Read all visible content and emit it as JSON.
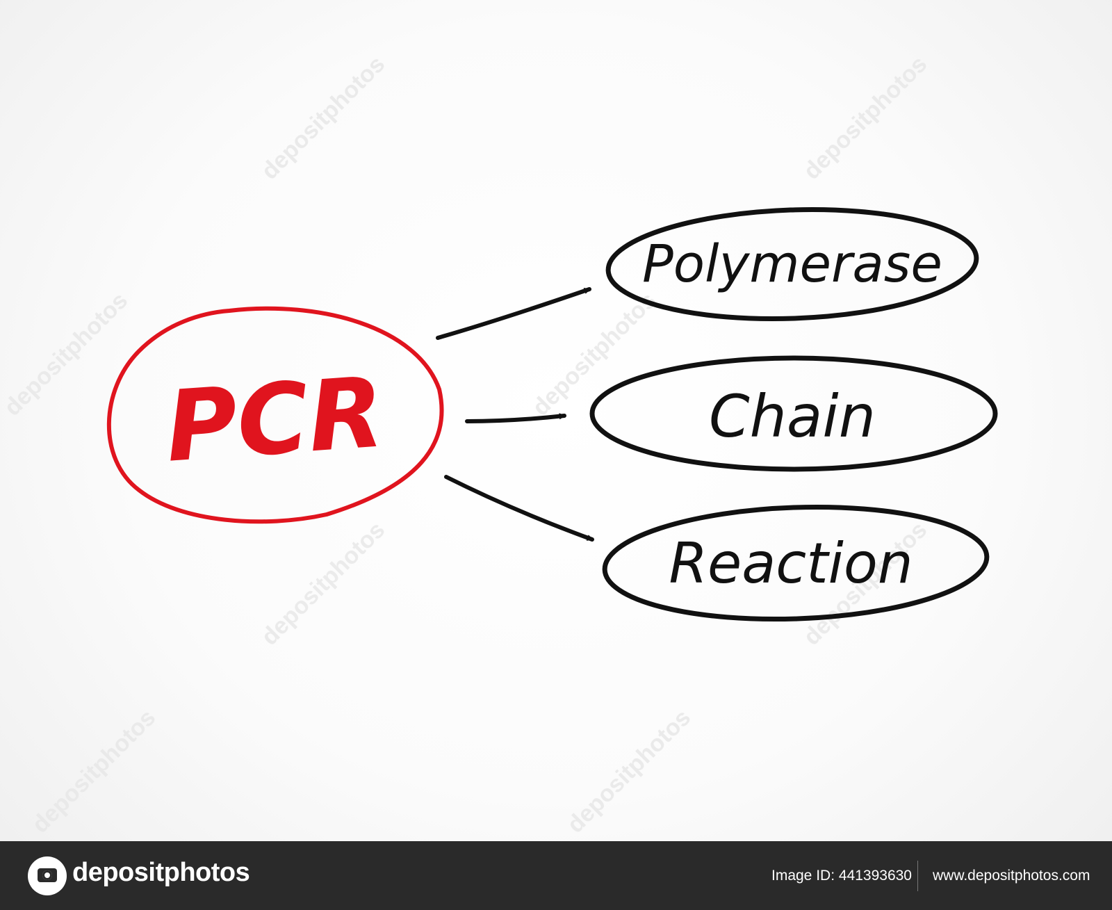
{
  "diagram": {
    "center": {
      "label": "PCR",
      "color": "#e0141e"
    },
    "nodes": [
      {
        "id": "polymerase",
        "label": "Polymerase"
      },
      {
        "id": "chain",
        "label": "Chain"
      },
      {
        "id": "reaction",
        "label": "Reaction"
      }
    ],
    "stroke_color": "#111111"
  },
  "watermark": {
    "text": "depositphotos"
  },
  "footer": {
    "logo_text": "depositphotos",
    "image_id": "Image ID: 441393630",
    "site_url": "www.depositphotos.com",
    "background": "#2a2a2a"
  }
}
